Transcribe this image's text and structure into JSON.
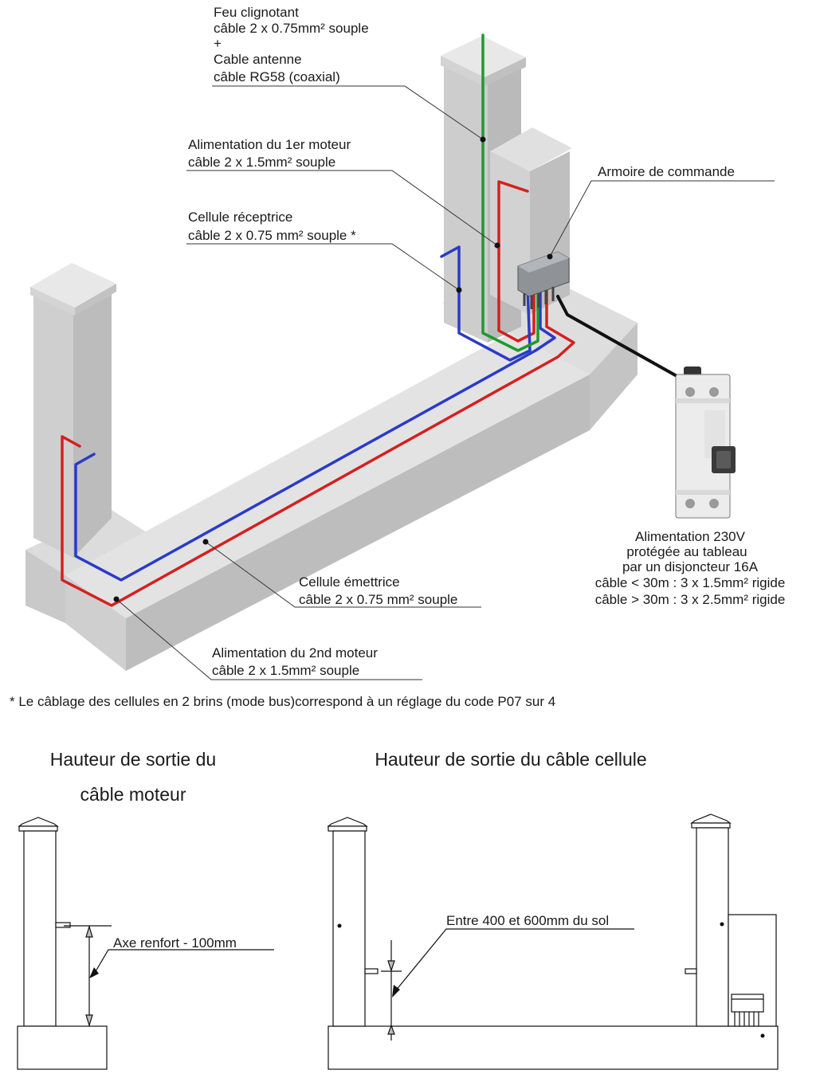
{
  "labels": {
    "feu_line1": "Feu clignotant",
    "feu_line2": "câble 2 x 0.75mm² souple",
    "feu_line3": "+",
    "feu_line4": "Cable antenne",
    "feu_line5": "câble RG58 (coaxial)",
    "moteur1_line1": "Alimentation du 1er moteur",
    "moteur1_line2": "câble 2 x 1.5mm² souple",
    "armoire": "Armoire de commande",
    "receptrice_line1": "Cellule réceptrice",
    "receptrice_line2": "câble 2 x 0.75 mm² souple *",
    "emettrice_line1": "Cellule émettrice",
    "emettrice_line2": "câble 2 x 0.75 mm² souple",
    "moteur2_line1": "Alimentation du 2nd moteur",
    "moteur2_line2": "câble 2 x 1.5mm² souple",
    "alim_line1": "Alimentation 230V",
    "alim_line2": "protégée au tableau",
    "alim_line3": "par un disjoncteur 16A",
    "alim_line4": "câble < 30m :  3 x 1.5mm² rigide",
    "alim_line5": "câble > 30m :  3 x 2.5mm² rigide",
    "footnote": "* Le câblage des cellules en 2 brins (mode bus)correspond à un réglage du code P07 sur 4",
    "title_moteur_line1": "Hauteur de sortie du",
    "title_moteur_line2": "câble moteur",
    "title_cellule": "Hauteur de sortie du câble cellule",
    "axe_renfort": "Axe renfort - 100mm",
    "entre": "Entre 400 et 600mm du sol"
  },
  "colors": {
    "cable_red": "#d42020",
    "cable_blue": "#2a3bc8",
    "cable_green": "#1e9a2e",
    "cable_black": "#111111",
    "concrete_light": "#e2e2e2",
    "concrete_mid": "#d0d0d0",
    "concrete_dark": "#b9b9b9",
    "breaker_body": "#ececec",
    "outline": "#222222"
  },
  "icons": {
    "breaker": "circuit-breaker-icon",
    "armoire": "control-box-icon"
  }
}
